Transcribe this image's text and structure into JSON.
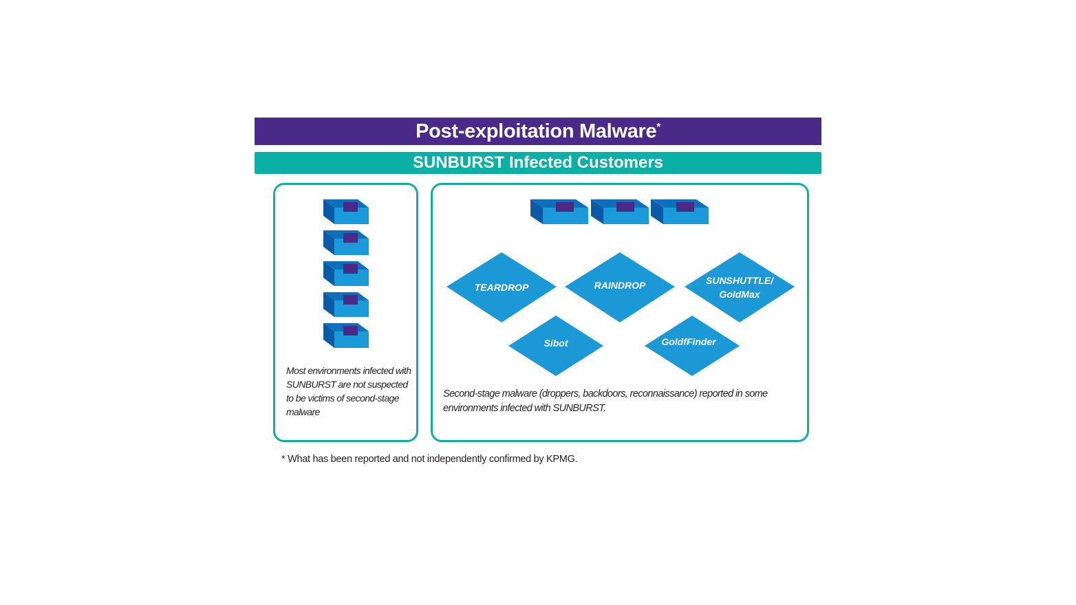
{
  "header": {
    "title": "Post-exploitation Malware",
    "title_marker": "*",
    "subtitle": "SUNBURST Infected Customers"
  },
  "colors": {
    "title_bar": "#4a2a88",
    "subtitle_bar": "#0ab0a3",
    "panel_border": "#12ada2",
    "box_front": "#1a9ad8",
    "box_top": "#0f6fba",
    "box_side": "#0a5aa6",
    "box_badge": "#4b2a86",
    "diamond_fill": "#1b98d6"
  },
  "left_panel": {
    "server_icon_count": 5,
    "note": "Most environments infected with SUNBURST are not suspected to be victims of second-stage malware"
  },
  "right_panel": {
    "server_icon_count": 3,
    "malware": [
      {
        "name": "TEARDROP"
      },
      {
        "name": "RAINDROP"
      },
      {
        "name": "SUNSHUTTLE/",
        "name_line2": "GoldMax"
      },
      {
        "name": "Sibot"
      },
      {
        "name": "GoldfFinder"
      }
    ],
    "note": "Second-stage malware (droppers, backdoors, reconnaissance) reported in some environments infected with SUNBURST."
  },
  "footnote": "* What has been reported and not independently confirmed by KPMG."
}
